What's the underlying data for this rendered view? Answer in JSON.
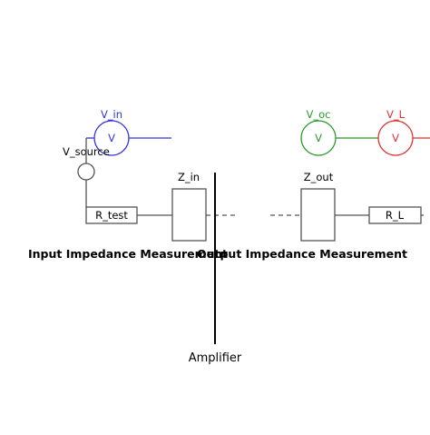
{
  "input_section": {
    "heading": "Input Impedance Measurement",
    "meter": {
      "symbol": "V",
      "label": "V_in",
      "color": "#3333dd"
    },
    "source_label": "V_source",
    "test_resistor": "R_test",
    "impedance": "Z_in"
  },
  "output_section": {
    "heading": "Output Impedance Measurement",
    "meter_open": {
      "symbol": "V",
      "label": "V_oc",
      "color": "#2a9a2a"
    },
    "meter_load": {
      "symbol": "V",
      "label": "V_L",
      "color": "#e03030"
    },
    "impedance": "Z_out",
    "load_resistor": "R_L"
  },
  "amplifier_label": "Amplifier"
}
